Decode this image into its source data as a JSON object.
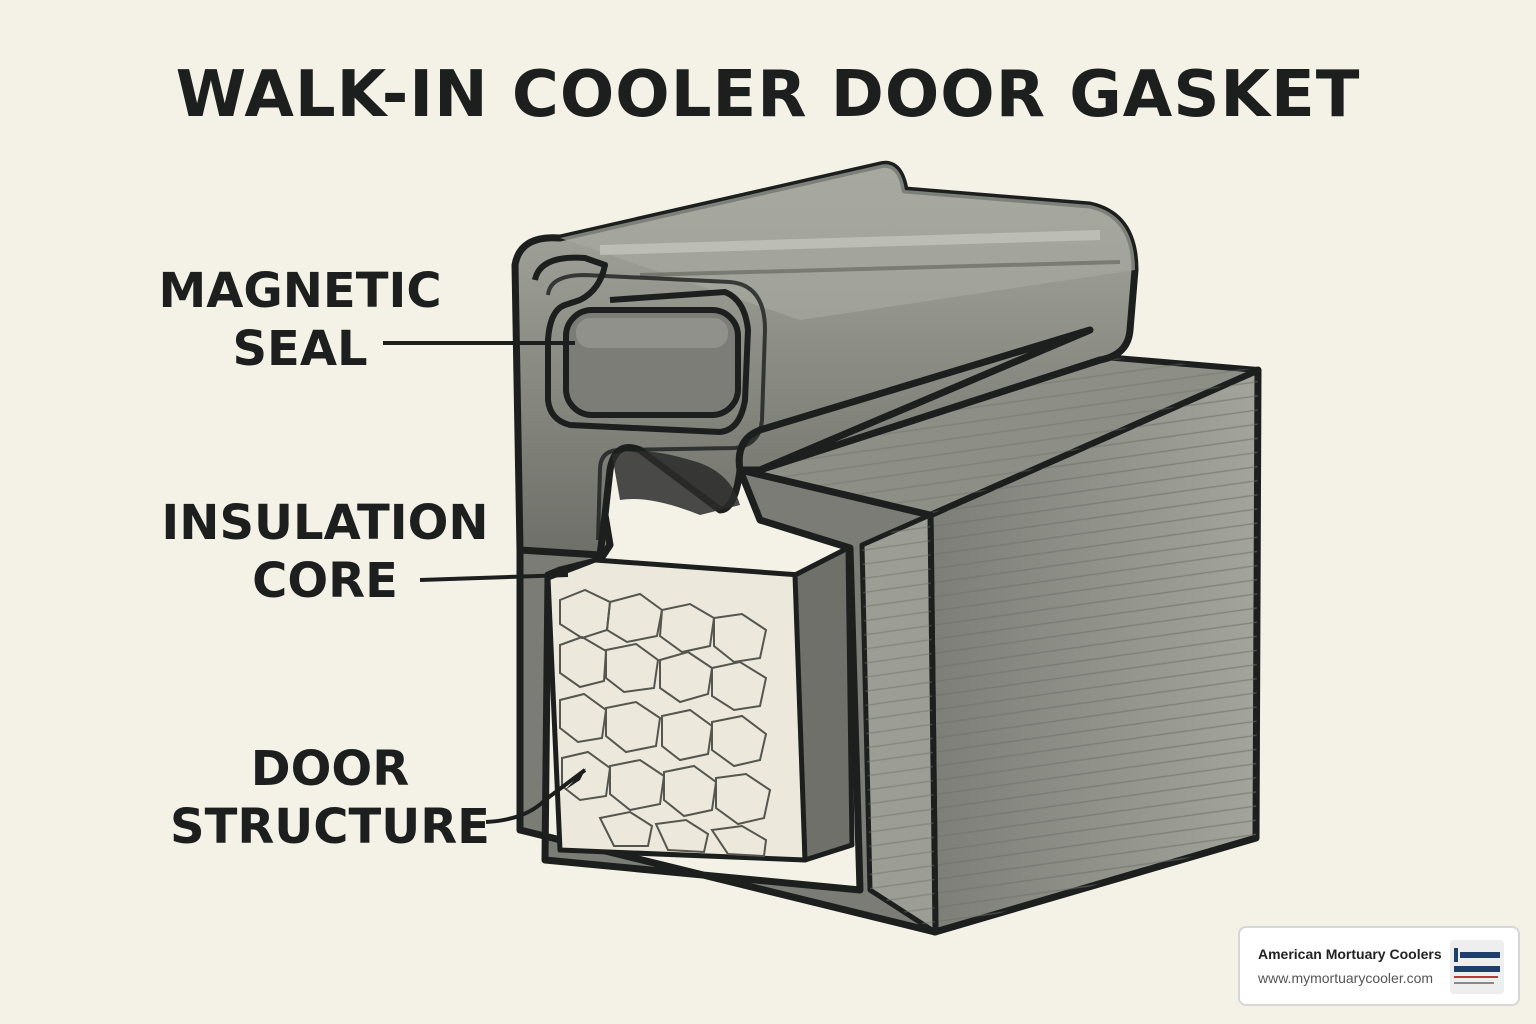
{
  "title": "WALK-IN COOLER DOOR GASKET",
  "labels": {
    "magnetic_seal": [
      "MAGNETIC",
      "SEAL"
    ],
    "insulation_core": [
      "INSULATION",
      "CORE"
    ],
    "door_structure": [
      "DOOR",
      "STRUCTURE"
    ]
  },
  "brand": {
    "name": "American Mortuary Coolers",
    "url": "www.mymortuarycooler.com"
  },
  "colors": {
    "background": "#f4f1e6",
    "ink": "#1c1f1e",
    "metal": "#8a8b83",
    "foam": "#ece9dc"
  }
}
